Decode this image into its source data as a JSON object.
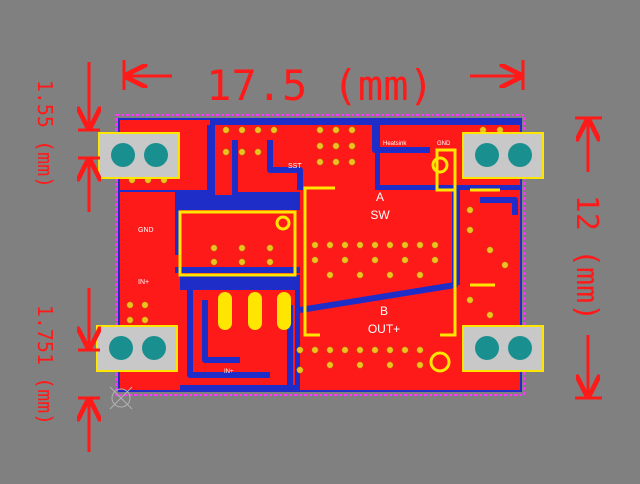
{
  "dimensions": {
    "width": "17.5 (mm)",
    "height": "12 (mm)",
    "top_offset": "1.55 (mm)",
    "bottom_offset": "1.751 (mm)"
  },
  "board": {
    "label_a": "A",
    "label_sw": "SW",
    "label_b": "B",
    "label_out": "OUT+",
    "label_gnd_left": "GND",
    "label_in_plus": "IN+",
    "label_sst": "SST",
    "label_heatsink": "Heatsink",
    "label_gnd_top": "GND",
    "label_in_plus_bottom": "IN+"
  },
  "colors": {
    "background": "#808080",
    "copper": "#ff1a1a",
    "trace_blue": "#1e2cc8",
    "silkscreen": "#ffe600",
    "pad": "#c8c8c8",
    "via": "#f0c020",
    "dimension": "#ff1a1a",
    "outline": "#ff33ff"
  }
}
